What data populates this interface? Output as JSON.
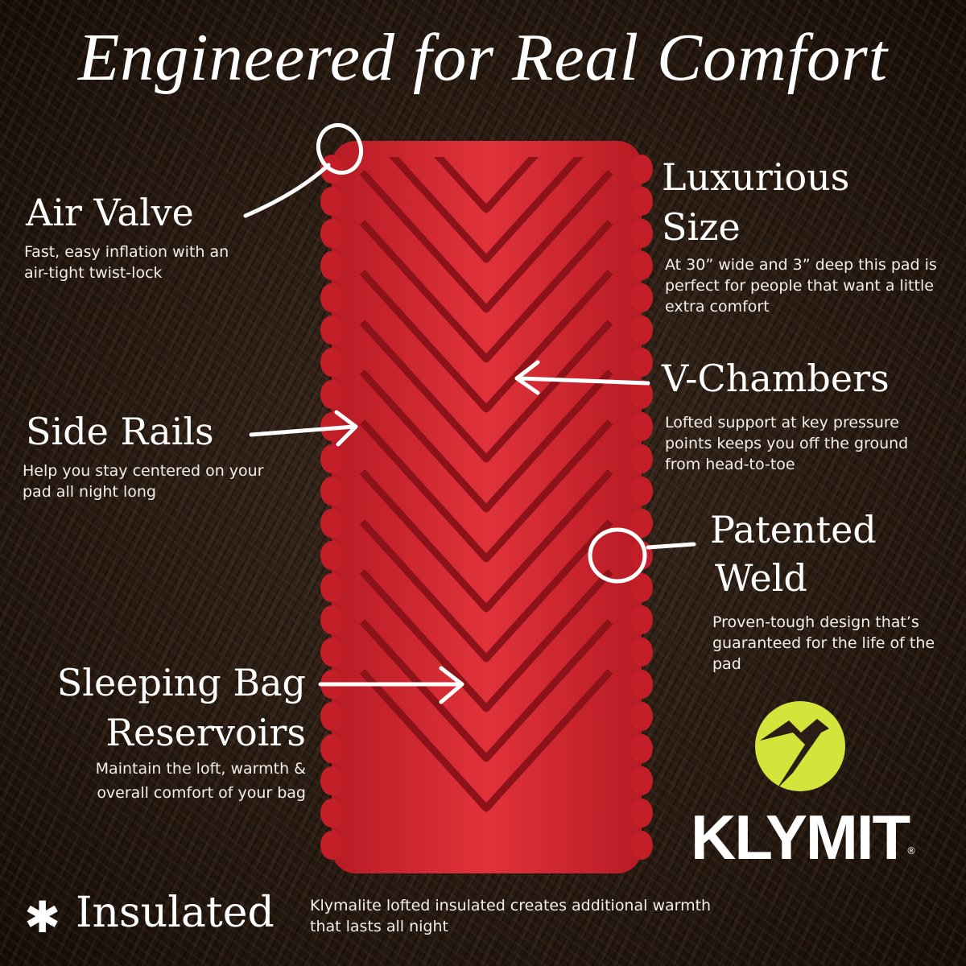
{
  "title": "Engineered for Real Comfort",
  "features": {
    "air_valve": {
      "heading": "Air Valve",
      "description": "Fast, easy inflation with an air-tight twist-lock"
    },
    "side_rails": {
      "heading": "Side Rails",
      "description": "Help you stay centered on your pad all night long"
    },
    "sleeping_bag_reservoirs": {
      "heading_line1": "Sleeping Bag",
      "heading_line2": "Reservoirs",
      "description_line1": "Maintain the loft, warmth &",
      "description_line2": "overall comfort of your bag"
    },
    "luxurious_size": {
      "heading_line1": "Luxurious",
      "heading_line2": "Size",
      "description": "At 30” wide and 3” deep this pad is perfect for people that want a little extra comfort"
    },
    "v_chambers": {
      "heading": "V-Chambers",
      "description": "Lofted support at key pressure points keeps you off the ground from head-to-toe"
    },
    "patented_weld": {
      "heading_line1": "Patented",
      "heading_line2": "Weld",
      "description": "Proven-tough design that’s guaranteed for the life of the pad"
    }
  },
  "insulated": {
    "icon": "asterisk-icon",
    "heading": "Insulated",
    "description": "Klymalite lofted insulated creates additional warmth that lasts all night"
  },
  "brand": {
    "name": "KLYMIT",
    "registered": "®",
    "logo_color": "#d4e43a"
  },
  "colors": {
    "pad": "#d8262f",
    "pad_shadow": "#8e1219",
    "background": "#2a1d14"
  }
}
